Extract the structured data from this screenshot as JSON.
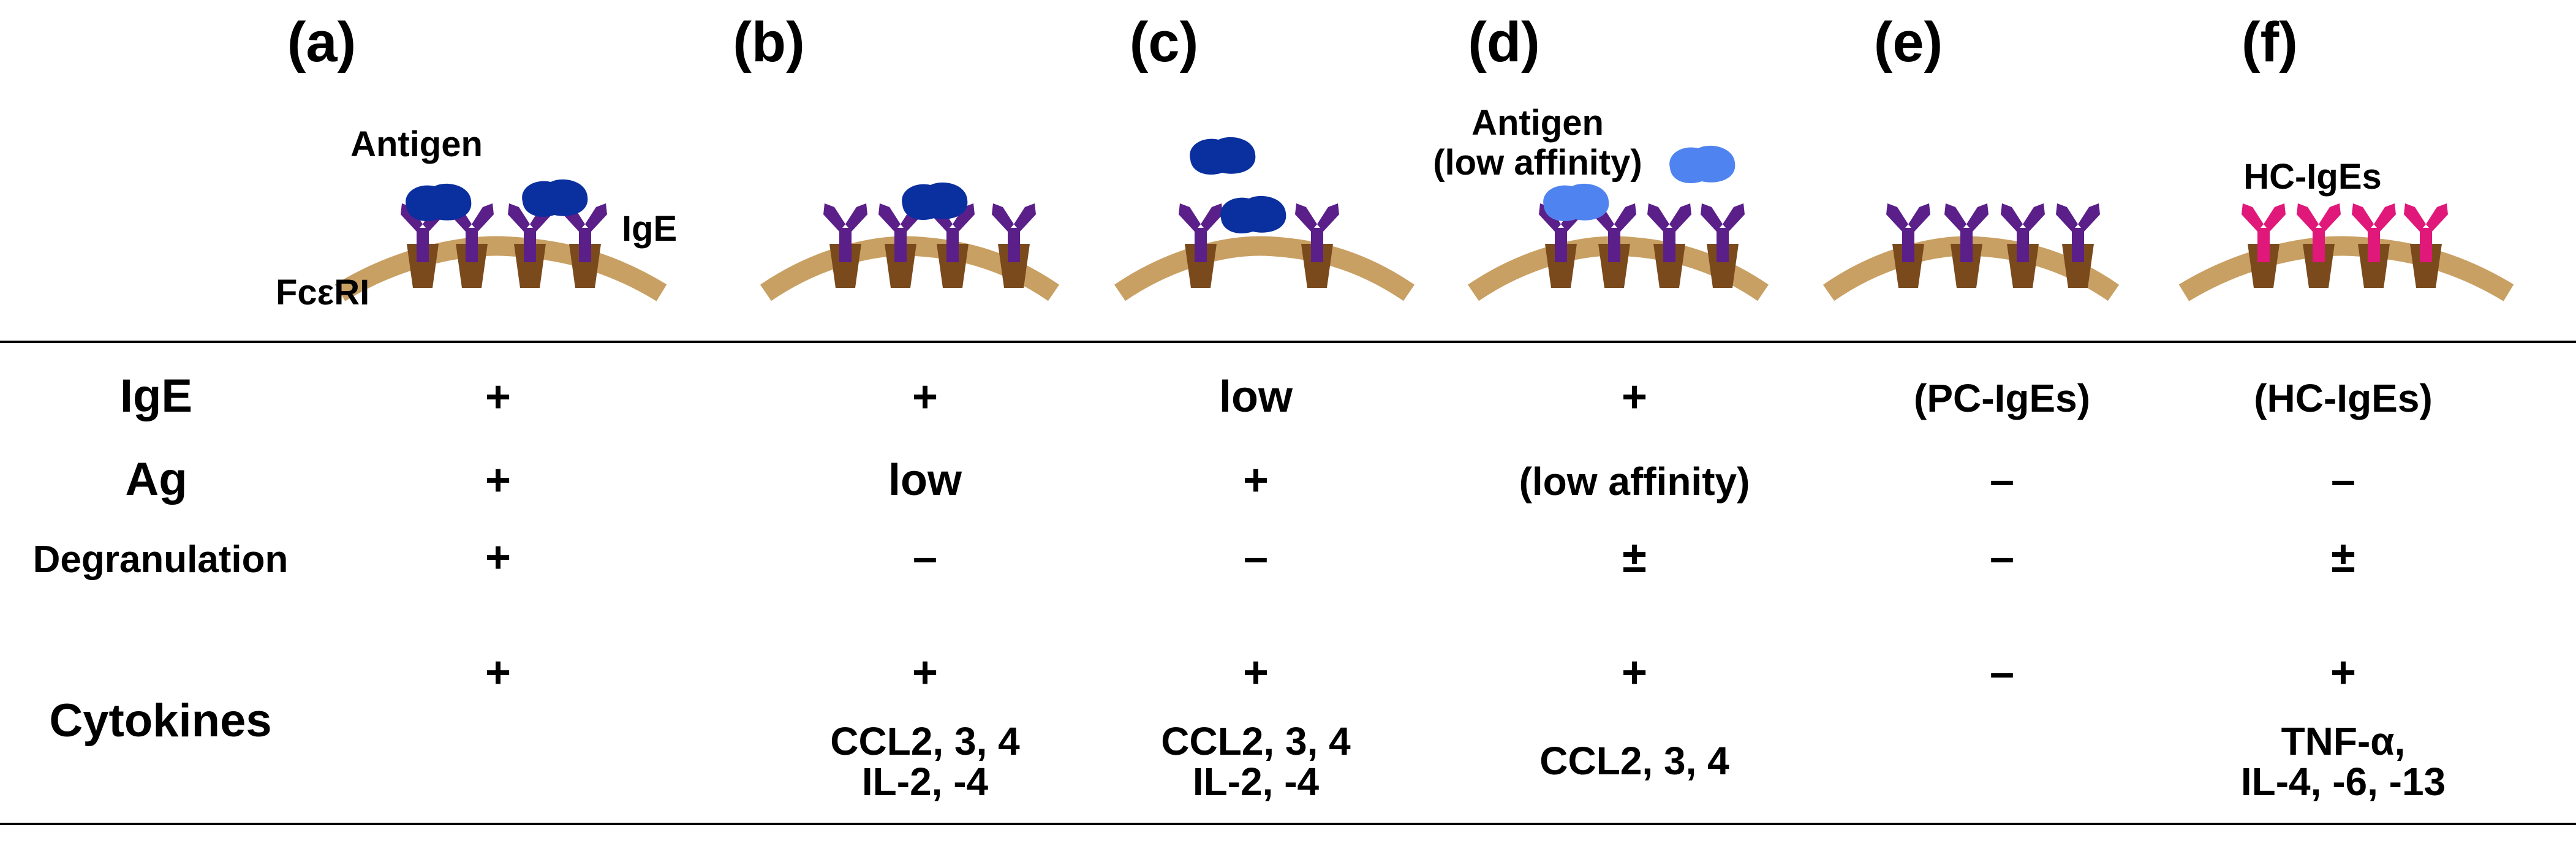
{
  "panels": [
    {
      "label": "(a)"
    },
    {
      "label": "(b)"
    },
    {
      "label": "(c)"
    },
    {
      "label": "(d)"
    },
    {
      "label": "(e)"
    },
    {
      "label": "(f)"
    }
  ],
  "annotations": {
    "antigen": "Antigen",
    "ige": "IgE",
    "fcer1": "FcεRI",
    "antigen_low_line1": "Antigen",
    "antigen_low_line2": "(low affinity)",
    "hc_iges": "HC-IgEs"
  },
  "colors": {
    "membrane": "#c9a063",
    "receptor": "#7a4a1c",
    "ige": "#5b1f8a",
    "hc_ige": "#e0187a",
    "antigen": "#0a2f9e",
    "antigen_low": "#4f84f0"
  },
  "table": {
    "rows": [
      {
        "header": "IgE",
        "cells": [
          "+",
          "+",
          "low",
          "+",
          "(PC-IgEs)",
          "(HC-IgEs)"
        ]
      },
      {
        "header": "Ag",
        "cells": [
          "+",
          "low",
          "+",
          "(low affinity)",
          "–",
          "–"
        ]
      },
      {
        "header": "Degranulation",
        "cells": [
          "+",
          "–",
          "–",
          "±",
          "–",
          "±"
        ]
      },
      {
        "header": "Cytokines",
        "cells": [
          "+",
          "+",
          "+",
          "+",
          "–",
          "+"
        ]
      }
    ],
    "cytokine_details": [
      {
        "line1": "",
        "line2": ""
      },
      {
        "line1": "CCL2, 3, 4",
        "line2": "IL-2, -4"
      },
      {
        "line1": "CCL2, 3, 4",
        "line2": "IL-2, -4"
      },
      {
        "line1": "CCL2, 3, 4",
        "line2": ""
      },
      {
        "line1": "",
        "line2": ""
      },
      {
        "line1": "TNF-α,",
        "line2": "IL-4, -6, -13"
      }
    ]
  }
}
